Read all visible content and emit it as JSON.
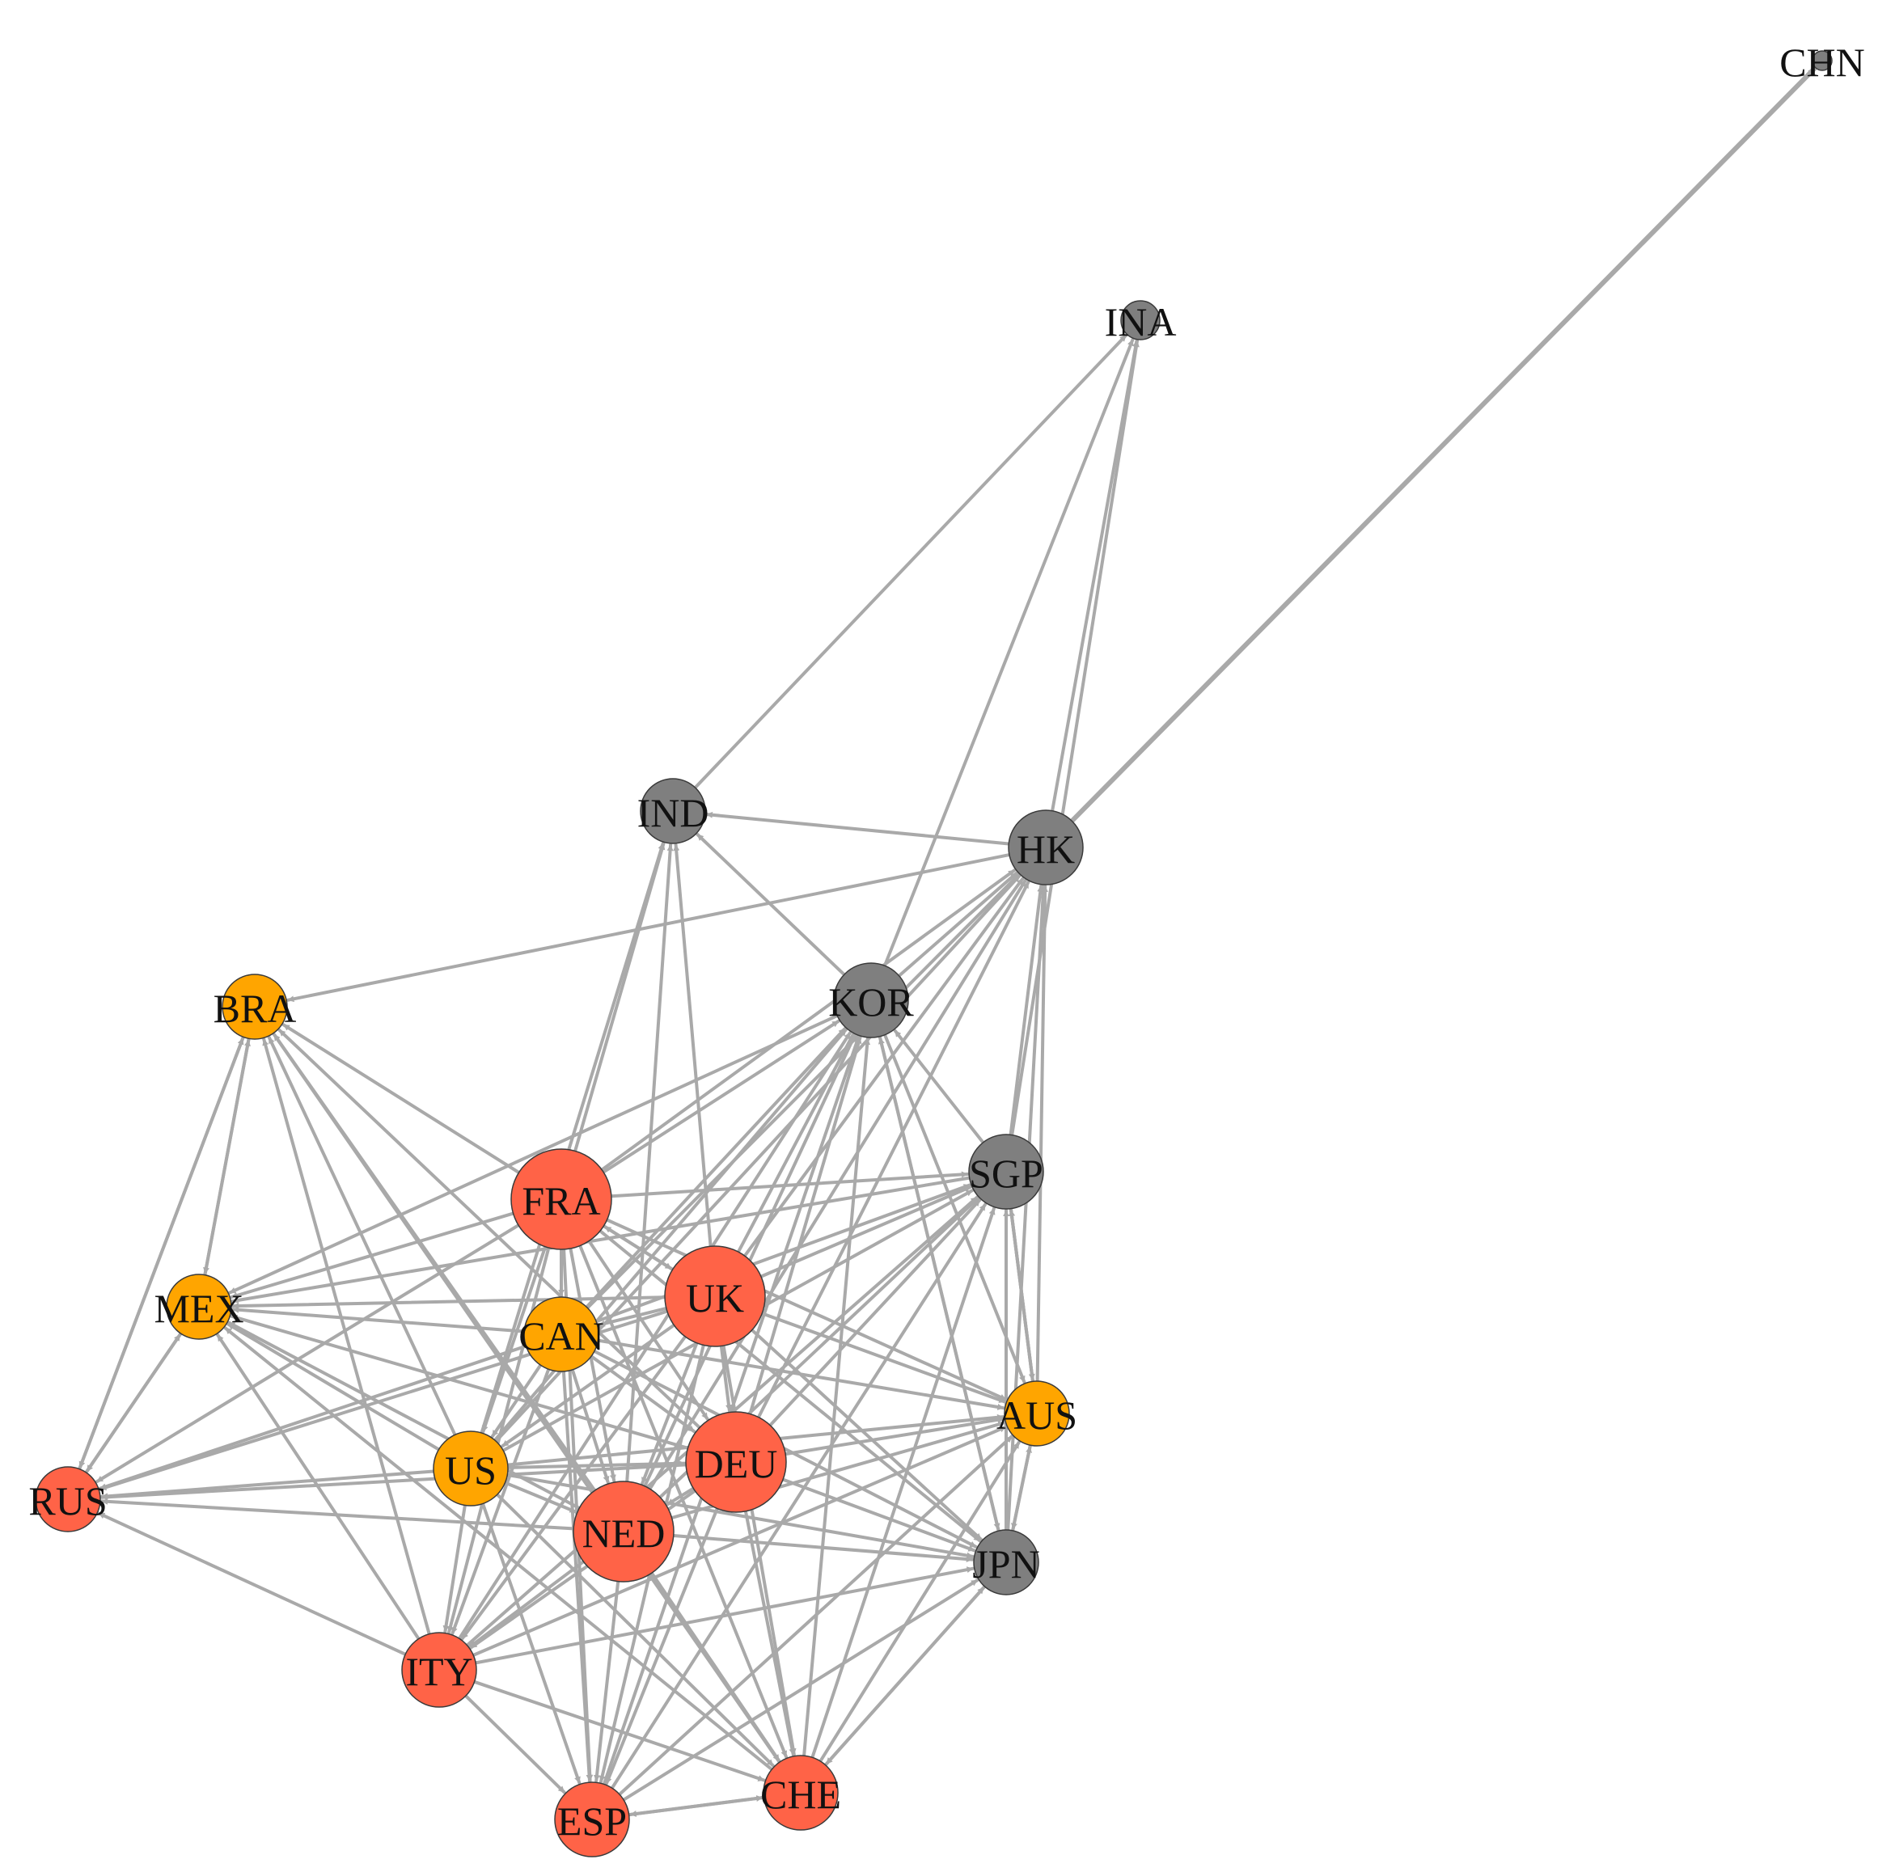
{
  "diagram": {
    "colors": {
      "edge": "#a9a9a9",
      "group_red": "#ff6347",
      "group_orange": "#ffa500",
      "group_gray": "#7f7f7f"
    },
    "nodes": [
      {
        "id": "CHN",
        "label": "CHN",
        "group": "gray",
        "size": "tiny"
      },
      {
        "id": "INA",
        "label": "INA",
        "group": "gray",
        "size": "small"
      },
      {
        "id": "IND",
        "label": "IND",
        "group": "gray",
        "size": "medium"
      },
      {
        "id": "HK",
        "label": "HK",
        "group": "gray",
        "size": "large"
      },
      {
        "id": "KOR",
        "label": "KOR",
        "group": "gray",
        "size": "large"
      },
      {
        "id": "BRA",
        "label": "BRA",
        "group": "orange",
        "size": "medium"
      },
      {
        "id": "SGP",
        "label": "SGP",
        "group": "gray",
        "size": "large"
      },
      {
        "id": "FRA",
        "label": "FRA",
        "group": "red",
        "size": "xlarge"
      },
      {
        "id": "UK",
        "label": "UK",
        "group": "red",
        "size": "xlarge"
      },
      {
        "id": "MEX",
        "label": "MEX",
        "group": "orange",
        "size": "medium"
      },
      {
        "id": "CAN",
        "label": "CAN",
        "group": "orange",
        "size": "large"
      },
      {
        "id": "AUS",
        "label": "AUS",
        "group": "orange",
        "size": "medium"
      },
      {
        "id": "US",
        "label": "US",
        "group": "orange",
        "size": "large"
      },
      {
        "id": "DEU",
        "label": "DEU",
        "group": "red",
        "size": "xlarge"
      },
      {
        "id": "RUS",
        "label": "RUS",
        "group": "red",
        "size": "medium"
      },
      {
        "id": "NED",
        "label": "NED",
        "group": "red",
        "size": "xlarge"
      },
      {
        "id": "JPN",
        "label": "JPN",
        "group": "gray",
        "size": "medium"
      },
      {
        "id": "ITY",
        "label": "ITY",
        "group": "red",
        "size": "large"
      },
      {
        "id": "CHE",
        "label": "CHE",
        "group": "red",
        "size": "large"
      },
      {
        "id": "ESP",
        "label": "ESP",
        "group": "red",
        "size": "large"
      }
    ],
    "edges": [
      [
        "HK",
        "CHN"
      ],
      [
        "IND",
        "INA"
      ],
      [
        "KOR",
        "INA"
      ],
      [
        "HK",
        "INA"
      ],
      [
        "SGP",
        "INA"
      ],
      [
        "HK",
        "IND"
      ],
      [
        "KOR",
        "IND"
      ],
      [
        "FRA",
        "IND"
      ],
      [
        "NED",
        "IND"
      ],
      [
        "UK",
        "IND"
      ],
      [
        "US",
        "IND"
      ],
      [
        "HK",
        "BRA"
      ],
      [
        "KOR",
        "HK"
      ],
      [
        "SGP",
        "HK"
      ],
      [
        "JPN",
        "HK"
      ],
      [
        "UK",
        "HK"
      ],
      [
        "DEU",
        "HK"
      ],
      [
        "NED",
        "HK"
      ],
      [
        "FRA",
        "HK"
      ],
      [
        "US",
        "HK"
      ],
      [
        "CAN",
        "HK"
      ],
      [
        "AUS",
        "HK"
      ],
      [
        "SGP",
        "KOR"
      ],
      [
        "JPN",
        "KOR"
      ],
      [
        "FRA",
        "KOR"
      ],
      [
        "UK",
        "KOR"
      ],
      [
        "DEU",
        "KOR"
      ],
      [
        "US",
        "KOR"
      ],
      [
        "NED",
        "KOR"
      ],
      [
        "ITY",
        "KOR"
      ],
      [
        "ESP",
        "KOR"
      ],
      [
        "CHE",
        "KOR"
      ],
      [
        "CAN",
        "KOR"
      ],
      [
        "KOR",
        "MEX"
      ],
      [
        "KOR",
        "AUS"
      ],
      [
        "KOR",
        "JPN"
      ],
      [
        "BRA",
        "MEX"
      ],
      [
        "MEX",
        "BRA"
      ],
      [
        "RUS",
        "BRA"
      ],
      [
        "FRA",
        "BRA"
      ],
      [
        "US",
        "BRA"
      ],
      [
        "ITY",
        "BRA"
      ],
      [
        "NED",
        "BRA"
      ],
      [
        "CHE",
        "BRA"
      ],
      [
        "DEU",
        "BRA"
      ],
      [
        "FRA",
        "SGP"
      ],
      [
        "UK",
        "SGP"
      ],
      [
        "DEU",
        "SGP"
      ],
      [
        "NED",
        "SGP"
      ],
      [
        "US",
        "SGP"
      ],
      [
        "CAN",
        "SGP"
      ],
      [
        "AUS",
        "SGP"
      ],
      [
        "JPN",
        "SGP"
      ],
      [
        "ITY",
        "SGP"
      ],
      [
        "ESP",
        "SGP"
      ],
      [
        "CHE",
        "SGP"
      ],
      [
        "FRA",
        "MEX"
      ],
      [
        "UK",
        "MEX"
      ],
      [
        "US",
        "MEX"
      ],
      [
        "CAN",
        "MEX"
      ],
      [
        "ITY",
        "MEX"
      ],
      [
        "NED",
        "MEX"
      ],
      [
        "DEU",
        "MEX"
      ],
      [
        "SGP",
        "MEX"
      ],
      [
        "CHE",
        "MEX"
      ],
      [
        "FRA",
        "UK"
      ],
      [
        "UK",
        "FRA"
      ],
      [
        "FRA",
        "CAN"
      ],
      [
        "FRA",
        "US"
      ],
      [
        "FRA",
        "DEU"
      ],
      [
        "FRA",
        "NED"
      ],
      [
        "FRA",
        "ITY"
      ],
      [
        "FRA",
        "ESP"
      ],
      [
        "FRA",
        "CHE"
      ],
      [
        "FRA",
        "AUS"
      ],
      [
        "FRA",
        "JPN"
      ],
      [
        "FRA",
        "RUS"
      ],
      [
        "UK",
        "CAN"
      ],
      [
        "UK",
        "US"
      ],
      [
        "UK",
        "DEU"
      ],
      [
        "UK",
        "NED"
      ],
      [
        "UK",
        "ITY"
      ],
      [
        "UK",
        "ESP"
      ],
      [
        "UK",
        "CHE"
      ],
      [
        "UK",
        "AUS"
      ],
      [
        "UK",
        "JPN"
      ],
      [
        "UK",
        "RUS"
      ],
      [
        "CAN",
        "US"
      ],
      [
        "CAN",
        "DEU"
      ],
      [
        "CAN",
        "NED"
      ],
      [
        "CAN",
        "ITY"
      ],
      [
        "CAN",
        "ESP"
      ],
      [
        "CAN",
        "AUS"
      ],
      [
        "CAN",
        "RUS"
      ],
      [
        "CAN",
        "JPN"
      ],
      [
        "US",
        "DEU"
      ],
      [
        "US",
        "NED"
      ],
      [
        "US",
        "ITY"
      ],
      [
        "US",
        "ESP"
      ],
      [
        "US",
        "CHE"
      ],
      [
        "US",
        "AUS"
      ],
      [
        "US",
        "JPN"
      ],
      [
        "US",
        "RUS"
      ],
      [
        "DEU",
        "NED"
      ],
      [
        "DEU",
        "ITY"
      ],
      [
        "DEU",
        "ESP"
      ],
      [
        "DEU",
        "CHE"
      ],
      [
        "DEU",
        "AUS"
      ],
      [
        "DEU",
        "JPN"
      ],
      [
        "DEU",
        "RUS"
      ],
      [
        "NED",
        "ITY"
      ],
      [
        "NED",
        "ESP"
      ],
      [
        "NED",
        "CHE"
      ],
      [
        "NED",
        "AUS"
      ],
      [
        "NED",
        "JPN"
      ],
      [
        "NED",
        "RUS"
      ],
      [
        "ITY",
        "ESP"
      ],
      [
        "ITY",
        "CHE"
      ],
      [
        "ITY",
        "JPN"
      ],
      [
        "ITY",
        "RUS"
      ],
      [
        "ITY",
        "AUS"
      ],
      [
        "ESP",
        "CHE"
      ],
      [
        "CHE",
        "ESP"
      ],
      [
        "ESP",
        "JPN"
      ],
      [
        "ESP",
        "AUS"
      ],
      [
        "CHE",
        "JPN"
      ],
      [
        "JPN",
        "CHE"
      ],
      [
        "CHE",
        "AUS"
      ],
      [
        "AUS",
        "JPN"
      ],
      [
        "JPN",
        "AUS"
      ],
      [
        "SGP",
        "AUS"
      ],
      [
        "AUS",
        "SGP"
      ],
      [
        "MEX",
        "RUS"
      ],
      [
        "RUS",
        "MEX"
      ],
      [
        "BRA",
        "RUS"
      ]
    ]
  }
}
